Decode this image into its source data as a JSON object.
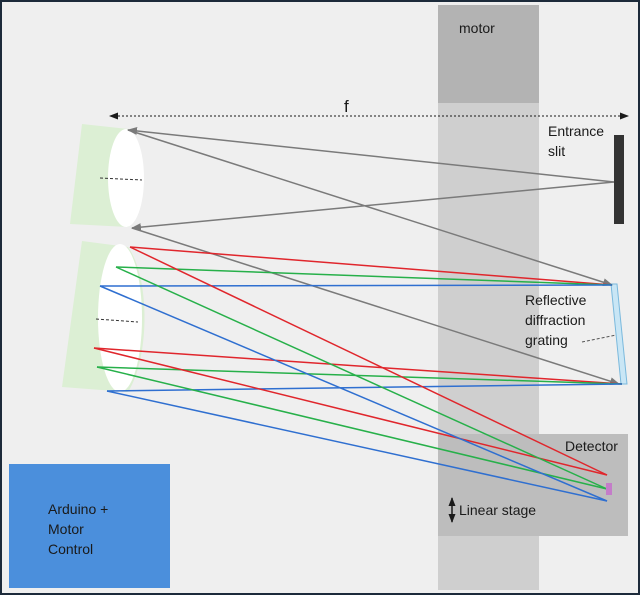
{
  "labels": {
    "motor": "motor",
    "focal_length": "f",
    "entrance_slit_line1": "Entrance",
    "entrance_slit_line2": "slit",
    "grating_line1": "Reflective",
    "grating_line2": "diffraction",
    "grating_line3": "grating",
    "detector": "Detector",
    "linear_stage": "Linear stage",
    "controller_line1": "Arduino +",
    "controller_line2": "Motor",
    "controller_line3": "Control"
  },
  "colors": {
    "background": "#efefef",
    "frame": "#1c2a3a",
    "stage_rail": "#cfcfcf",
    "motor_block": "#b3b3b3",
    "detector_box": "#bdbdbd",
    "controller": "#4b8fdc",
    "mirror_fill": "#dcefd4",
    "grating": "#c9e6f5",
    "detector_pixel": "#c47cc9",
    "gray_ray": "#7a7a7a",
    "red_ray": "#e0262c",
    "green_ray": "#27b04a",
    "blue_ray": "#2f6fd0"
  }
}
